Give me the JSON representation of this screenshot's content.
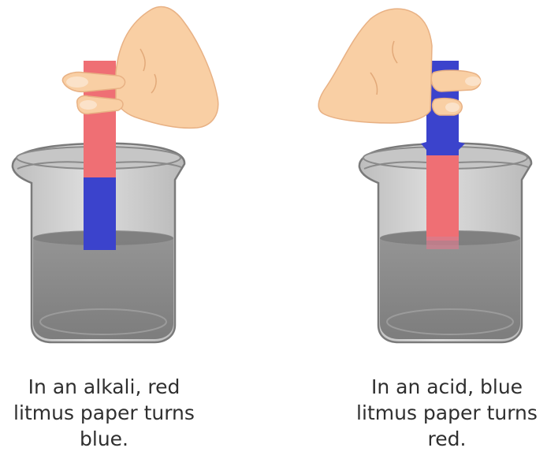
{
  "captions": {
    "alkali": [
      "In an alkali, red",
      "litmus paper turns",
      "blue."
    ],
    "acid": [
      "In an acid, blue",
      "litmus paper turns",
      "red."
    ]
  },
  "colors": {
    "litmus_red": "#ef6f74",
    "litmus_blue": "#3b43cc",
    "skin": "#f9cfa4",
    "skin_shade": "#eeb98b",
    "liquid": "#8c8c8c",
    "glass": "#cfcfcf",
    "glass_outline": "#7a7a7a"
  }
}
